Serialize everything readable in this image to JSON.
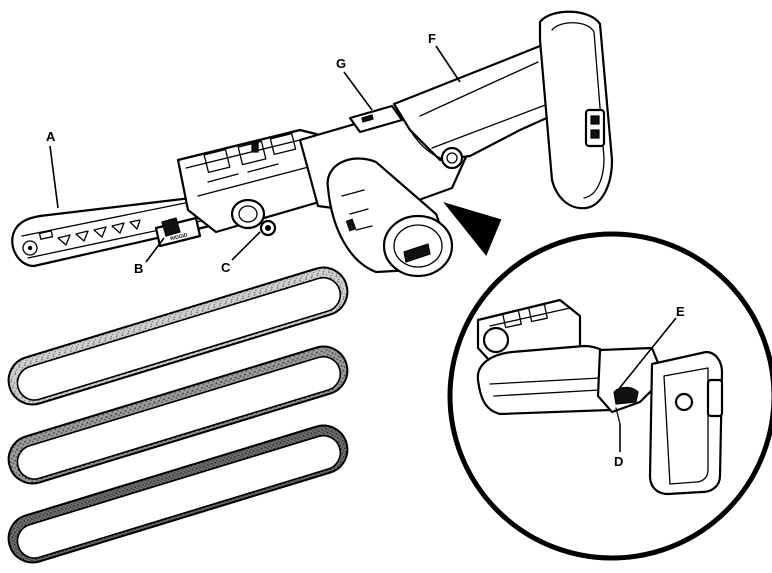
{
  "diagram": {
    "labels": {
      "A": "A",
      "B": "B",
      "C": "C",
      "D": "D",
      "E": "E",
      "F": "F",
      "G": "G"
    },
    "brand_mark": "RIDGID",
    "colors": {
      "ink": "#000000",
      "paper": "#ffffff",
      "abrasive": "#8a8a8a"
    }
  }
}
